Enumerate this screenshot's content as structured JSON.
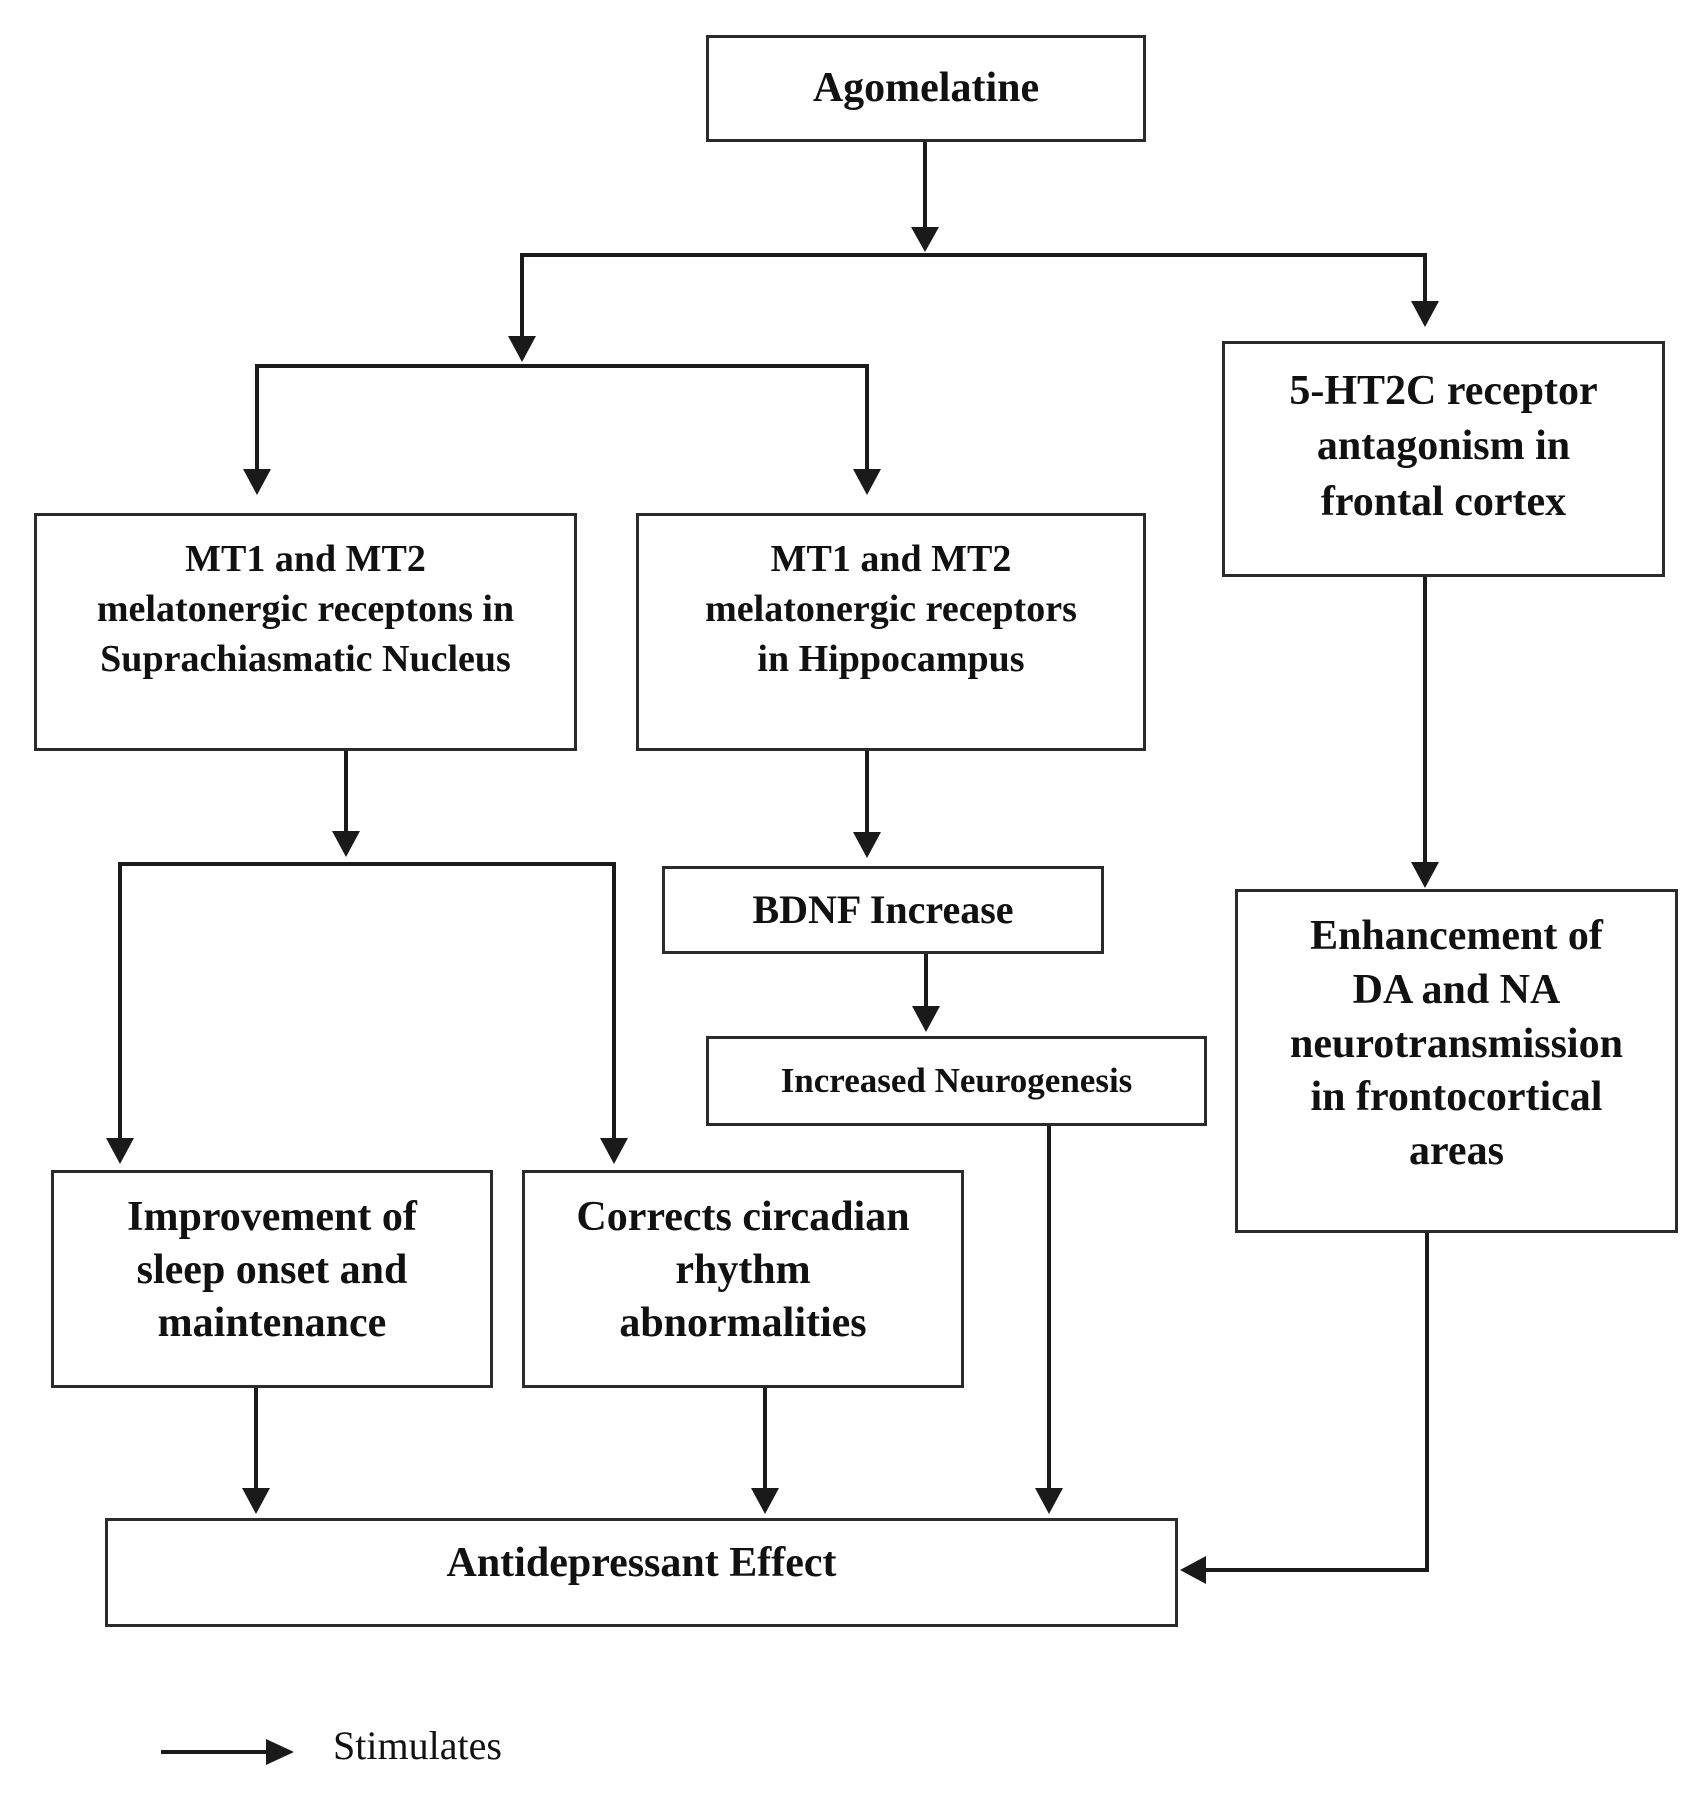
{
  "nodes": {
    "agomelatine": "Agomelatine",
    "mt_scn": "MT1 and MT2\nmelatonergic receptons in\nSuprachiasmatic Nucleus",
    "mt_hippocampus": "MT1 and MT2\nmelatonergic receptors\nin Hippocampus",
    "ht2c": "5-HT2C receptor\nantagonism in\nfrontal cortex",
    "bdnf": "BDNF Increase",
    "neurogenesis": "Increased Neurogenesis",
    "enhancement": "Enhancement of\nDA and NA\nneurotransmission\nin frontocortical\nareas",
    "sleep": "Improvement of\nsleep onset and\nmaintenance",
    "circadian": "Corrects circadian\nrhythm\nabnormalities",
    "antidepressant": "Antidepressant Effect"
  },
  "legend": {
    "label": "Stimulates"
  }
}
